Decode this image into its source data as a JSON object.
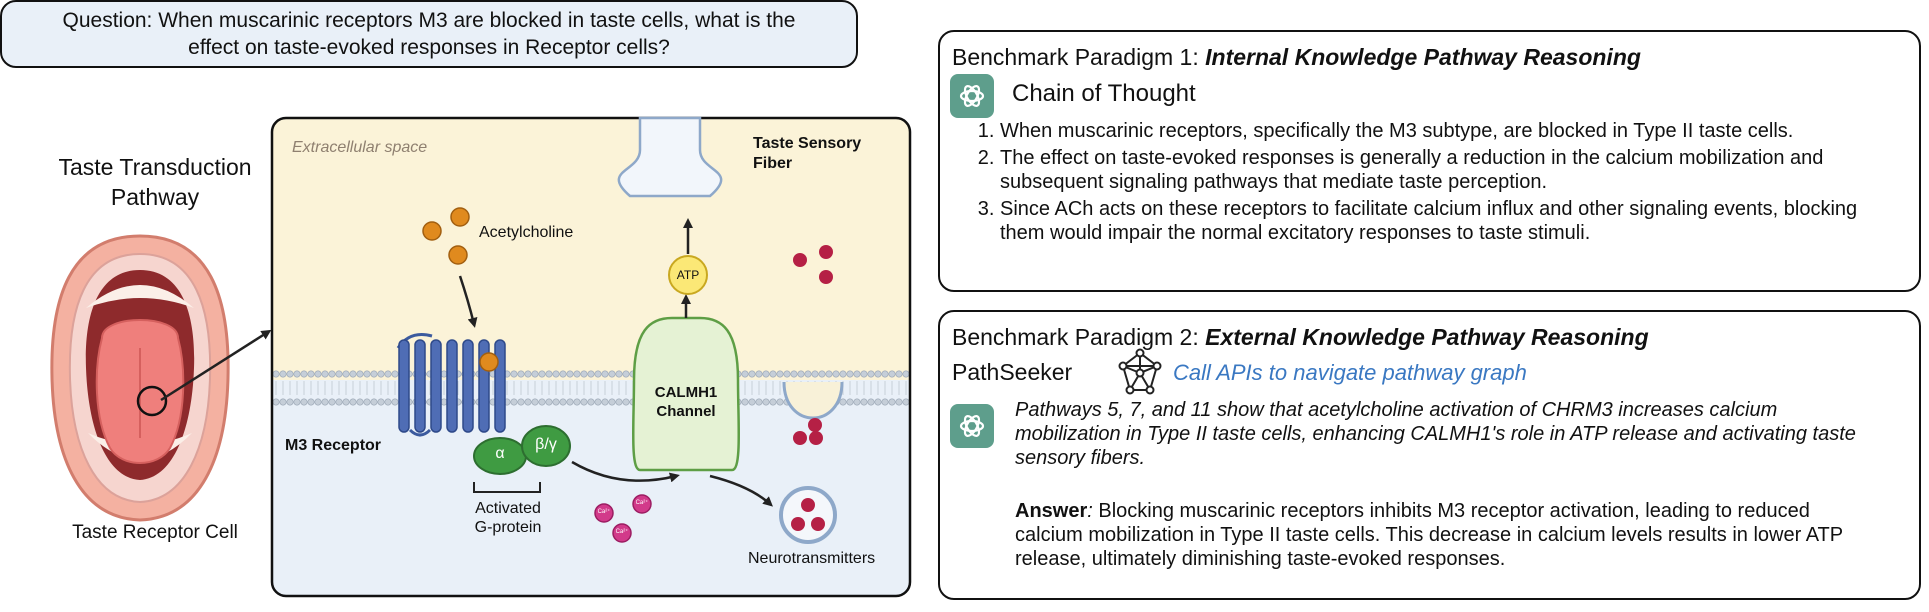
{
  "question": "Question: When muscarinic receptors M3 are blocked in taste cells, what is the effect on taste-evoked responses in Receptor cells?",
  "left": {
    "pathway_title": "Taste Transduction Pathway",
    "receptor_cell_label": "Taste Receptor Cell"
  },
  "diagram": {
    "extracellular": "Extracellular space",
    "taste_fiber": "Taste Sensory Fiber",
    "acetylcholine": "Acetylcholine",
    "atp": "ATP",
    "m3_receptor": "M3 Receptor",
    "alpha": "α",
    "beta_gamma": "β/γ",
    "activated": "Activated",
    "g_protein": "G-protein",
    "calmh1": "CALMH1",
    "channel": "Channel",
    "ca_label": "Ca²⁺",
    "neurotransmitters": "Neurotransmitters"
  },
  "paradigm1": {
    "prefix": "Benchmark Paradigm 1: ",
    "title": "Internal Knowledge Pathway Reasoning",
    "method": "Chain of Thought",
    "steps": [
      "When muscarinic receptors, specifically the M3 subtype, are blocked in Type II taste cells.",
      "The effect on taste-evoked responses is generally a reduction in the calcium mobilization and subsequent signaling pathways that mediate taste perception.",
      "Since ACh acts on these receptors to facilitate calcium influx and other signaling events, blocking them would impair the normal excitatory responses to taste stimuli."
    ]
  },
  "paradigm2": {
    "prefix": "Benchmark Paradigm 2: ",
    "title": "External Knowledge Pathway Reasoning",
    "tool": "PathSeeker",
    "api_text": "Call APIs to navigate pathway graph",
    "pathways_text": "Pathways 5, 7, and 11 show that acetylcholine activation of CHRM3 increases calcium mobilization in Type II taste cells, enhancing CALMH1's role in ATP release and activating taste sensory fibers.",
    "answer_label": "Answer",
    "answer_colon": ":",
    "answer_text": " Blocking muscarinic receptors inhibits M3 receptor activation, leading to reduced calcium mobilization in Type II taste cells. This decrease in calcium levels results in lower ATP release, ultimately diminishing taste-evoked responses."
  },
  "colors": {
    "extracellular_bg": "#fbf3d8",
    "intracellular_bg": "#e9f0f8",
    "g_protein": "#3f9b42",
    "acetylcholine": "#e08a1e",
    "calcium": "#b52045",
    "gpt_icon": "#5e9e8c",
    "api_text": "#3a78c2",
    "receptor": "#3b5a9e"
  }
}
